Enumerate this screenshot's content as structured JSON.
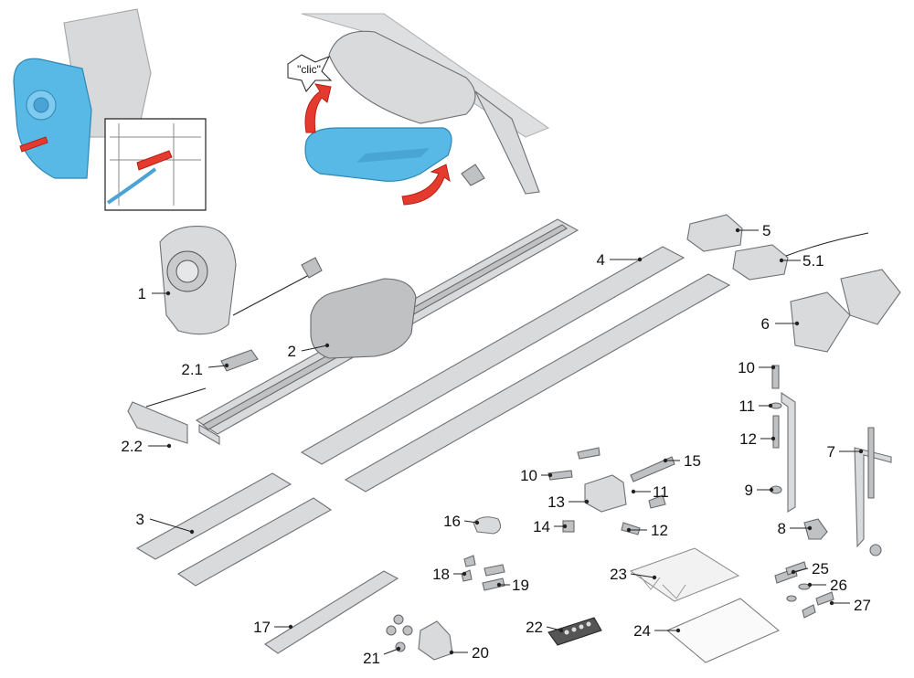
{
  "callout_clic": "\"clic\"",
  "parts": {
    "p1": "1",
    "p2": "2",
    "p2_1": "2.1",
    "p2_2": "2.2",
    "p3": "3",
    "p4": "4",
    "p5": "5",
    "p5_1": "5.1",
    "p6": "6",
    "p7": "7",
    "p8": "8",
    "p9": "9",
    "p10a": "10",
    "p10b": "10",
    "p11a": "11",
    "p11b": "11",
    "p12a": "12",
    "p12b": "12",
    "p13": "13",
    "p14": "14",
    "p15": "15",
    "p16": "16",
    "p17": "17",
    "p18": "18",
    "p19": "19",
    "p20": "20",
    "p21": "21",
    "p22": "22",
    "p23": "23",
    "p24": "24",
    "p25": "25",
    "p26": "26",
    "p27": "27"
  }
}
